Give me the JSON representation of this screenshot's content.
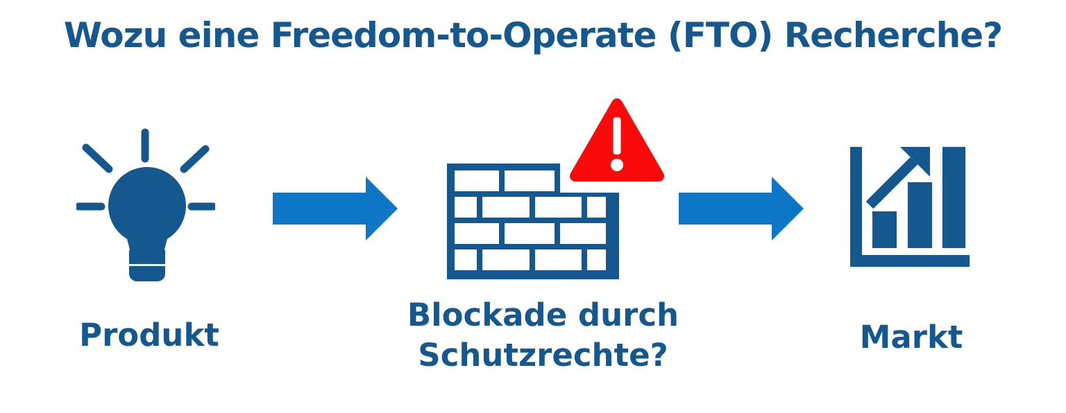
{
  "page": {
    "title": "Wozu eine Freedom-to-Operate (FTO) Recherche?",
    "background": "#FFFFFF"
  },
  "colors": {
    "primary_dark_blue": "#15578F",
    "arrow_blue": "#0D76C6",
    "alert_red": "#FA0A0A",
    "brick_white": "#FFFFFF"
  },
  "flow": {
    "steps": [
      {
        "id": "product",
        "icon": "lightbulb-icon",
        "label": "Produkt"
      },
      {
        "id": "blockade",
        "icon": "brick-wall-icon",
        "badge_icon": "warning-triangle-icon",
        "label_line1": "Blockade durch",
        "label_line2": "Schutzrechte?"
      },
      {
        "id": "market",
        "icon": "bar-chart-growth-icon",
        "label": "Markt"
      }
    ],
    "connectors": [
      {
        "id": "arrow-1",
        "icon": "right-arrow-icon"
      },
      {
        "id": "arrow-2",
        "icon": "right-arrow-icon"
      }
    ]
  }
}
